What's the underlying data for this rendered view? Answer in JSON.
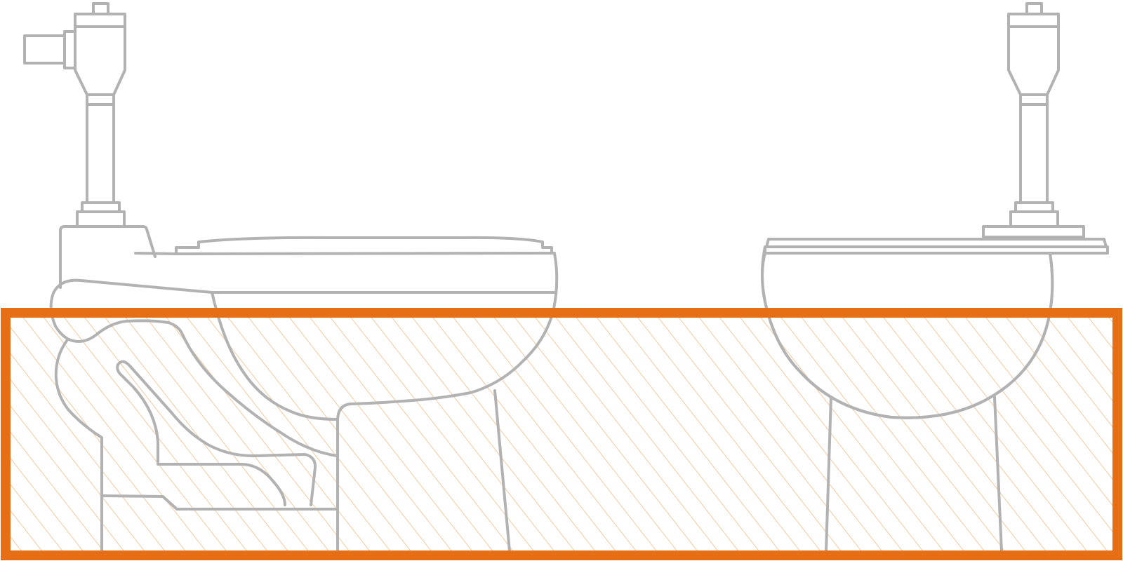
{
  "diagram": {
    "type": "technical-line-drawing",
    "description_visible_text": [],
    "colors": {
      "outline": "#b2b2b2",
      "frame": "#e66e14",
      "hatch": "#f0a664",
      "background": "#ffffff"
    },
    "parts": {
      "left_unit": "toilet-side-view",
      "right_unit": "toilet-front-view",
      "ground_block": "hatched-cross-section"
    }
  }
}
